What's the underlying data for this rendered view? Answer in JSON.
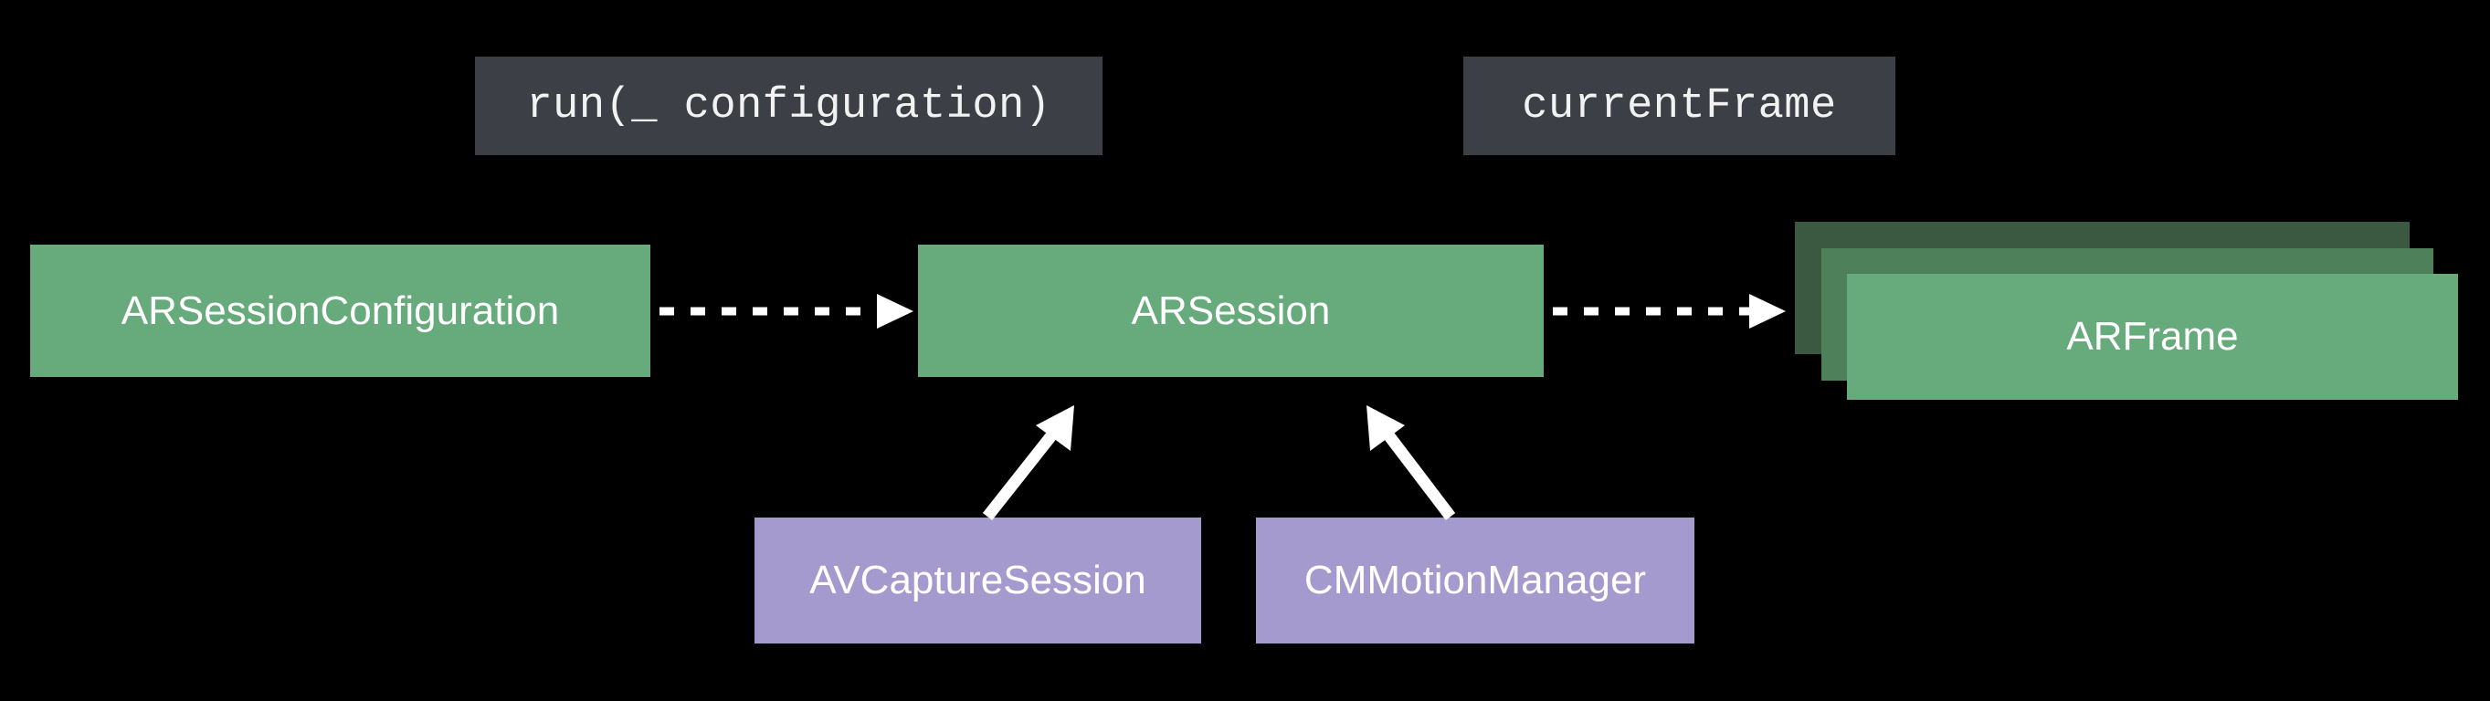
{
  "diagram": {
    "title": "ARSession architecture diagram",
    "background_color": "#000000",
    "colors": {
      "green": "#67ab7d",
      "green_mid": "#4e8159",
      "green_back": "#3a5940",
      "purple": "#a59ace",
      "label_box": "#3c4046",
      "text": "#ffffff",
      "arrow": "#ffffff"
    },
    "api_labels": [
      {
        "text": "run(_ configuration)",
        "name": "run-configuration-label"
      },
      {
        "text": "currentFrame",
        "name": "current-frame-label"
      }
    ],
    "nodes": [
      {
        "text": "ARSessionConfiguration",
        "name": "arsessionconfiguration-node",
        "kind": "green"
      },
      {
        "text": "ARSession",
        "name": "arsession-node",
        "kind": "green"
      },
      {
        "text": "ARFrame",
        "name": "arframe-node",
        "kind": "green-stack",
        "stack_count": 3
      },
      {
        "text": "AVCaptureSession",
        "name": "avcapturesession-node",
        "kind": "purple"
      },
      {
        "text": "CMMotionManager",
        "name": "cmmotionmanager-node",
        "kind": "purple"
      }
    ],
    "connections": [
      {
        "from": "ARSessionConfiguration",
        "to": "ARSession",
        "style": "dashed",
        "name": "config-to-session-arrow"
      },
      {
        "from": "ARSession",
        "to": "ARFrame",
        "style": "dashed",
        "name": "session-to-frame-arrow"
      },
      {
        "from": "AVCaptureSession",
        "to": "ARSession",
        "style": "solid",
        "name": "capture-to-session-arrow"
      },
      {
        "from": "CMMotionManager",
        "to": "ARSession",
        "style": "solid",
        "name": "motion-to-session-arrow"
      }
    ]
  }
}
